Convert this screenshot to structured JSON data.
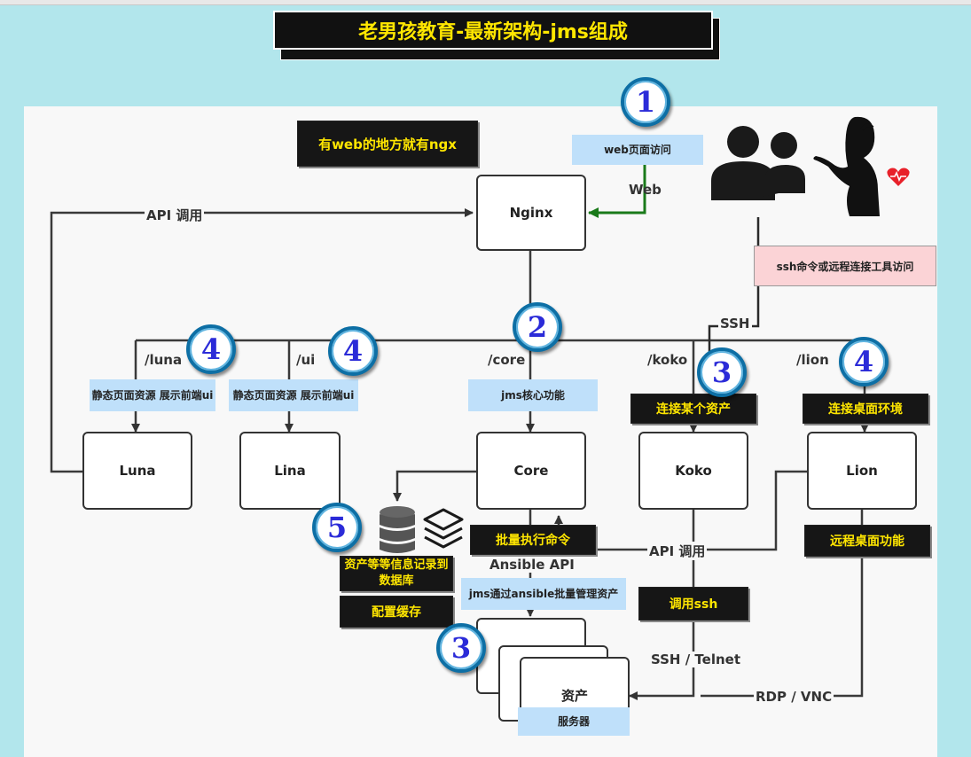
{
  "title": "老男孩教育-最新架构-jms组成",
  "banner": "有web的地方就有ngx",
  "nodes": {
    "nginx": "Nginx",
    "luna": "Luna",
    "lina": "Lina",
    "core": "Core",
    "koko": "Koko",
    "lion": "Lion",
    "asset": "资产"
  },
  "edges": {
    "web": "Web",
    "api_call_top": "API 调用",
    "ssh": "SSH",
    "luna_path": "/luna",
    "ui_path": "/ui",
    "core_path": "/core",
    "koko_path": "/koko",
    "lion_path": "/lion",
    "ansible_api": "Ansible API",
    "api_call_mid": "API 调用",
    "ssh_telnet": "SSH / Telnet",
    "rdp_vnc": "RDP / VNC"
  },
  "notes": {
    "web_access": "web页面访问",
    "ssh_access": "ssh命令或远程连接工具访问",
    "static_luna": "静态页面资源 展示前端ui",
    "static_lina": "静态页面资源 展示前端ui",
    "core_func": "jms核心功能",
    "connect_asset": "连接某个资产",
    "connect_desktop": "连接桌面环境",
    "batch_exec": "批量执行命令",
    "asset_db": "资产等等信息记录到数据库",
    "config_cache": "配置缓存",
    "ansible_manage": "jms通过ansible批量管理资产",
    "call_ssh": "调用ssh",
    "remote_desktop": "远程桌面功能",
    "server": "服务器"
  },
  "step_numbers": {
    "web": "1",
    "core_bus": "2",
    "koko": "3",
    "asset": "3",
    "luna": "4",
    "lina": "4",
    "lion": "4",
    "database": "5"
  },
  "icons": [
    "users-icon",
    "woman-silhouette-icon",
    "heart-icon",
    "database-icon",
    "layers-icon"
  ],
  "colors": {
    "background": "#b2e6ec",
    "title_text": "#ffe600",
    "web_arrow": "#1a7a1a",
    "number_ring": "#0d6fa5",
    "number_text": "#2b2bd8"
  }
}
